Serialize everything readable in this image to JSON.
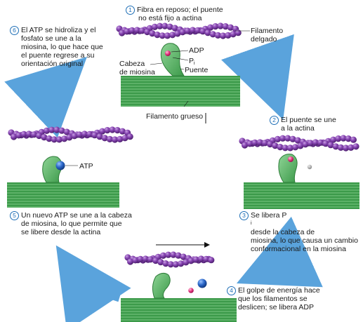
{
  "colors": {
    "actin": "#6a2d91",
    "actin_highlight": "#b48bd1",
    "thick_filament": "#3c9a4a",
    "thick_filament_light": "#7cc884",
    "myosin_head": "#58b064",
    "adp": "#e0307a",
    "atp": "#1f5fb8",
    "phosphate": "#a8a8a8",
    "cycle_arrow": "#5aa3dc",
    "step_badge": "#1f6fb6"
  },
  "steps": [
    {
      "number": "1",
      "lines": [
        "Fibra en reposo; el puente",
        "no está fijo a actina"
      ]
    },
    {
      "number": "2",
      "lines": [
        "El puente se une",
        "a la actina"
      ]
    },
    {
      "number": "3",
      "lines": [
        "Se libera P",
        "desde la cabeza de",
        "miosina, lo que causa un cambio",
        "conformacional en la miosina"
      ],
      "subscript": "i"
    },
    {
      "number": "4",
      "lines": [
        "El golpe de energía hace",
        "que los filamentos se",
        "deslicen; se libera ADP"
      ]
    },
    {
      "number": "5",
      "lines": [
        "Un nuevo ATP se une a la cabeza",
        "de miosina, lo que permite que",
        "se libere desde la actina"
      ]
    },
    {
      "number": "6",
      "lines": [
        "El ATP se hidroliza y el",
        "fosfato se une a la",
        "miosina, lo que hace que",
        "el puente regrese a su",
        "orientación original"
      ]
    }
  ],
  "labels": {
    "thin_filament": [
      "Filamento",
      "delgado"
    ],
    "thick_filament": "Filamento grueso",
    "myosin_head": [
      "Cabeza",
      "de miosina"
    ],
    "bridge": "Puente",
    "adp": "ADP",
    "pi": "P",
    "pi_sub": "i",
    "atp": "ATP"
  }
}
